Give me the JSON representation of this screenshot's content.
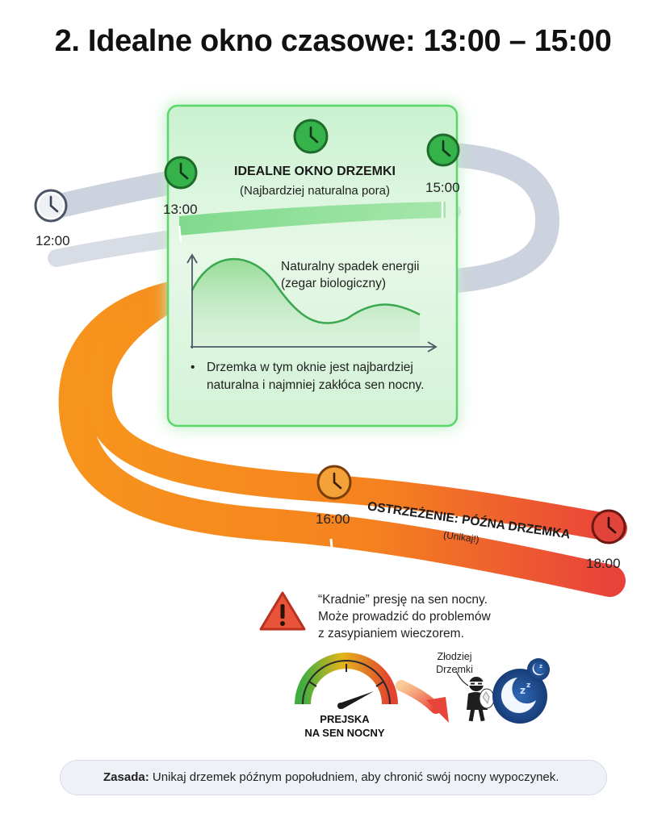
{
  "title": "2. Idealne okno czasowe: 13:00 – 15:00",
  "times": {
    "t1200": "12:00",
    "t1300": "13:00",
    "t1500": "15:00",
    "t1600": "16:00",
    "t1800": "18:00"
  },
  "ideal_window": {
    "title": "IDEALNE OKNO DRZEMKI",
    "subtitle": "(Najbardziej naturalna pora)",
    "energy_label_line1": "Naturalny spadek energii",
    "energy_label_line2": "(zegar biologiczny)",
    "bullet": "Drzemka w tym oknie jest najbardziej naturalna i najmniej zakłóca sen nocny."
  },
  "warning": {
    "title": "OSTRZEŻENIE: PÓŹNA DRZEMKA",
    "subtitle": "(Unikaj!)",
    "text_line1": "“Kradnie” presję na sen nocny.",
    "text_line2": "Może prowadzić do problemów",
    "text_line3": "z zasypianiem wieczorem."
  },
  "gauge": {
    "label_line1": "PREJSKA",
    "label_line2": "NA SEN NOCNY"
  },
  "thief": {
    "label_line1": "Złodziej",
    "label_line2": "Drzemki"
  },
  "rule": {
    "prefix": "Zasada:",
    "text": "Unikaj drzemek późnym popołudniem, aby chronić swój nocny wypoczynek."
  },
  "colors": {
    "green": "#3cc25a",
    "orange": "#f58a1f",
    "red": "#e8443a",
    "gray_track": "#cdd3de",
    "navy": "#1f4f8f"
  },
  "icons": {
    "clock": "clock-icon",
    "warning": "warning-triangle-icon",
    "moon": "moon-icon",
    "thief": "nap-thief-icon",
    "gauge": "sleep-pressure-gauge-icon"
  }
}
